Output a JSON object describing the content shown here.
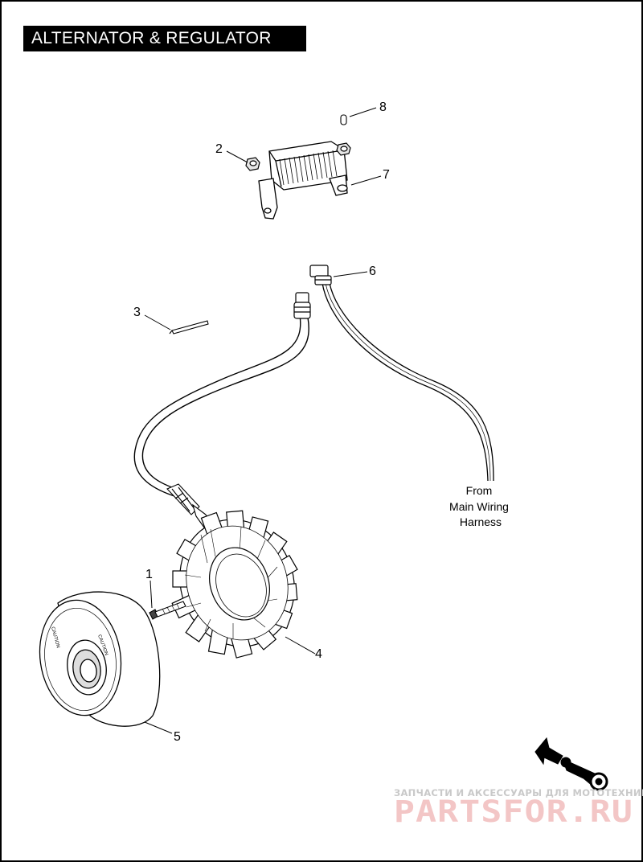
{
  "title": "ALTERNATOR & REGULATOR",
  "callouts": {
    "c1": "1",
    "c2": "2",
    "c3": "3",
    "c4": "4",
    "c5": "5",
    "c6": "6",
    "c7": "7",
    "c8": "8"
  },
  "harness_note": [
    "From",
    "Main Wiring",
    "Harness"
  ],
  "watermark": {
    "tagline": "ЗАПЧАСТИ И АКСЕССУАРЫ ДЛЯ МОТОТЕХНИКИ",
    "site": "PARTSFOR.RU"
  },
  "colors": {
    "ink": "#000000",
    "title_bg": "#000000",
    "title_text": "#ffffff",
    "watermark": "#f3c6c6"
  }
}
